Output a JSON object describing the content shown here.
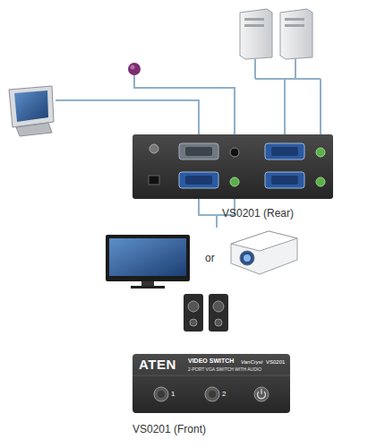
{
  "diagram": {
    "nodes": [
      {
        "text": [
          "VS0201 (Rear)"
        ]
      },
      {
        "text": [
          "ATEN",
          "VIDEO SWITCH",
          "2-PORT VGA SWITCH WITH AUDIO",
          "VanCryst",
          "VS0201",
          "1",
          "2",
          "VS0201 (Front)"
        ]
      }
    ],
    "labels": [
      "or"
    ]
  }
}
